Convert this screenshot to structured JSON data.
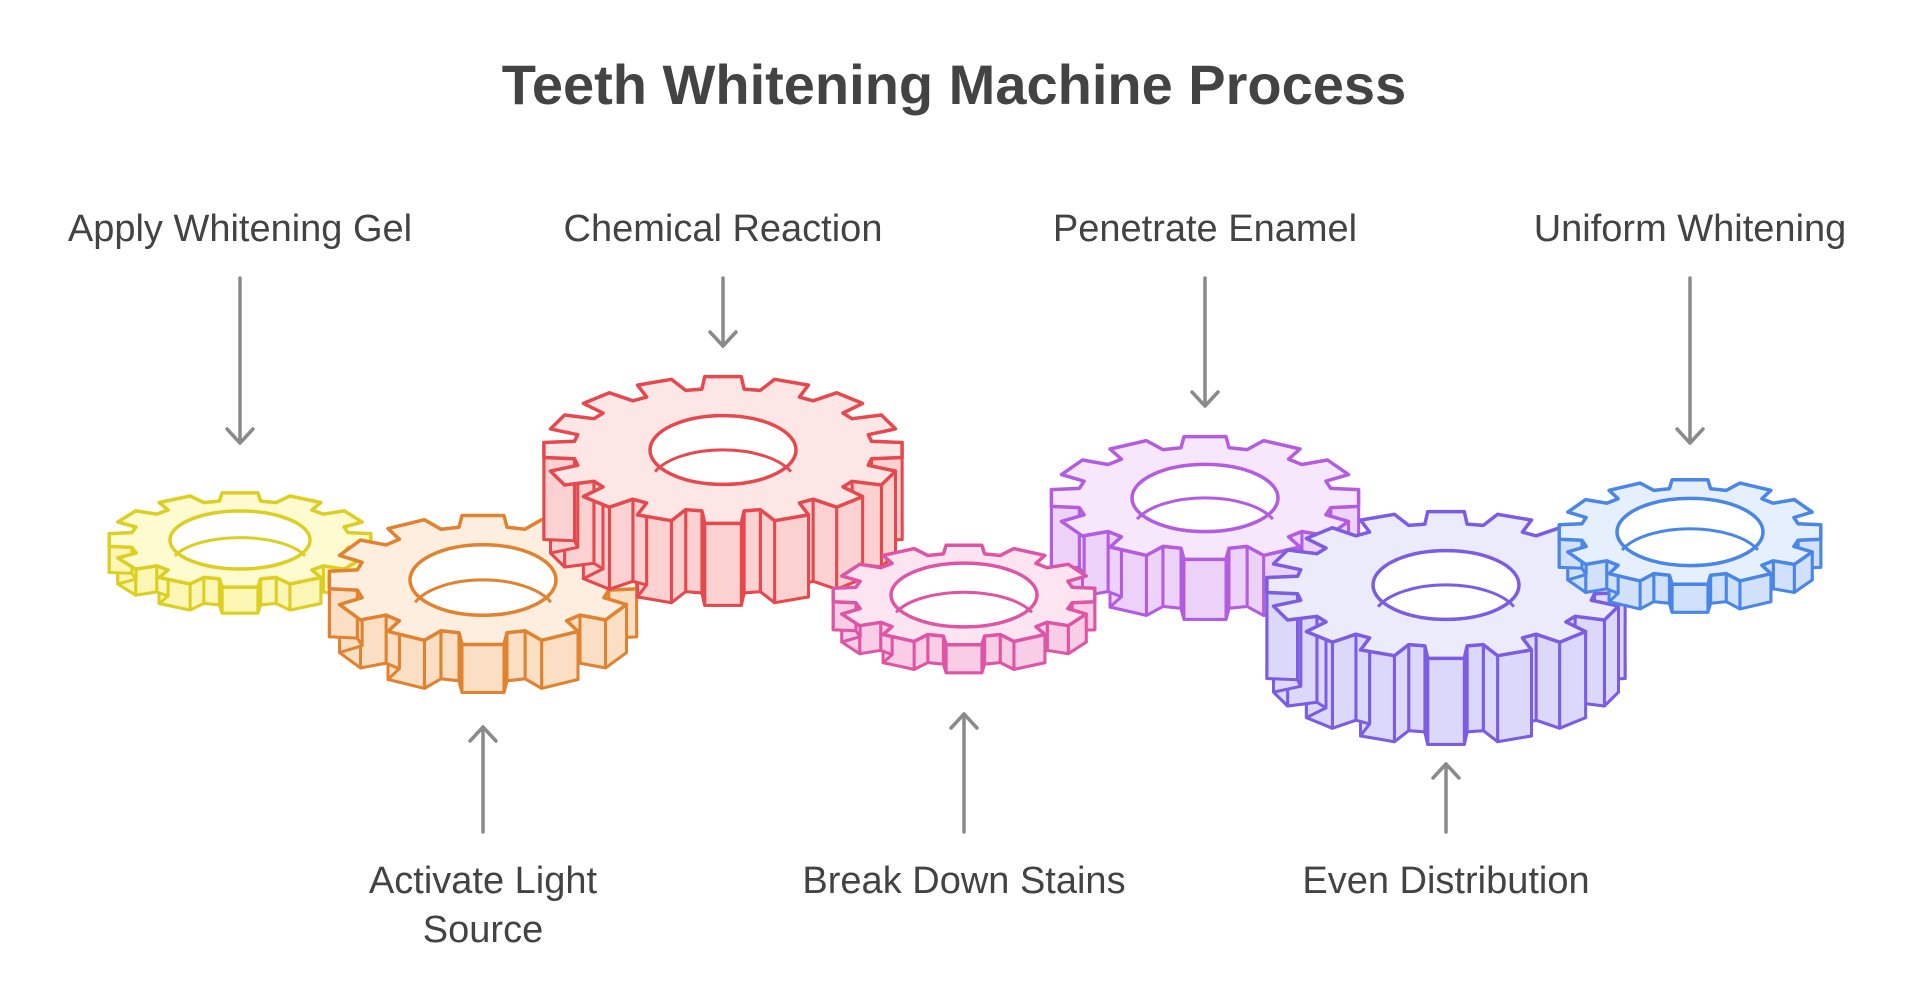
{
  "title": "Teeth Whitening Machine Process",
  "colors": {
    "text": "#434343",
    "arrow": "#8a8a8a"
  },
  "steps": [
    {
      "label_lines": [
        "Apply Whitening Gel"
      ],
      "stroke": "#dccf22",
      "fill": "#fdfbcf",
      "side": "#fbf6b4"
    },
    {
      "label_lines": [
        "Activate Light",
        "Source"
      ],
      "stroke": "#e0822f",
      "fill": "#fdeedf",
      "side": "#fbdfc4"
    },
    {
      "label_lines": [
        "Chemical Reaction"
      ],
      "stroke": "#e5484d",
      "fill": "#fde6e6",
      "side": "#fbd1d1"
    },
    {
      "label_lines": [
        "Break Down Stains"
      ],
      "stroke": "#de55a5",
      "fill": "#fce4f1",
      "side": "#f9cde6"
    },
    {
      "label_lines": [
        "Penetrate Enamel"
      ],
      "stroke": "#b35ce0",
      "fill": "#f6e7fc",
      "side": "#ecd2f8"
    },
    {
      "label_lines": [
        "Even Distribution"
      ],
      "stroke": "#7c5ce2",
      "fill": "#ecebfc",
      "side": "#dcd8fa"
    },
    {
      "label_lines": [
        "Uniform Whitening"
      ],
      "stroke": "#4a86e6",
      "fill": "#e6effd",
      "side": "#d1e1fb"
    }
  ]
}
